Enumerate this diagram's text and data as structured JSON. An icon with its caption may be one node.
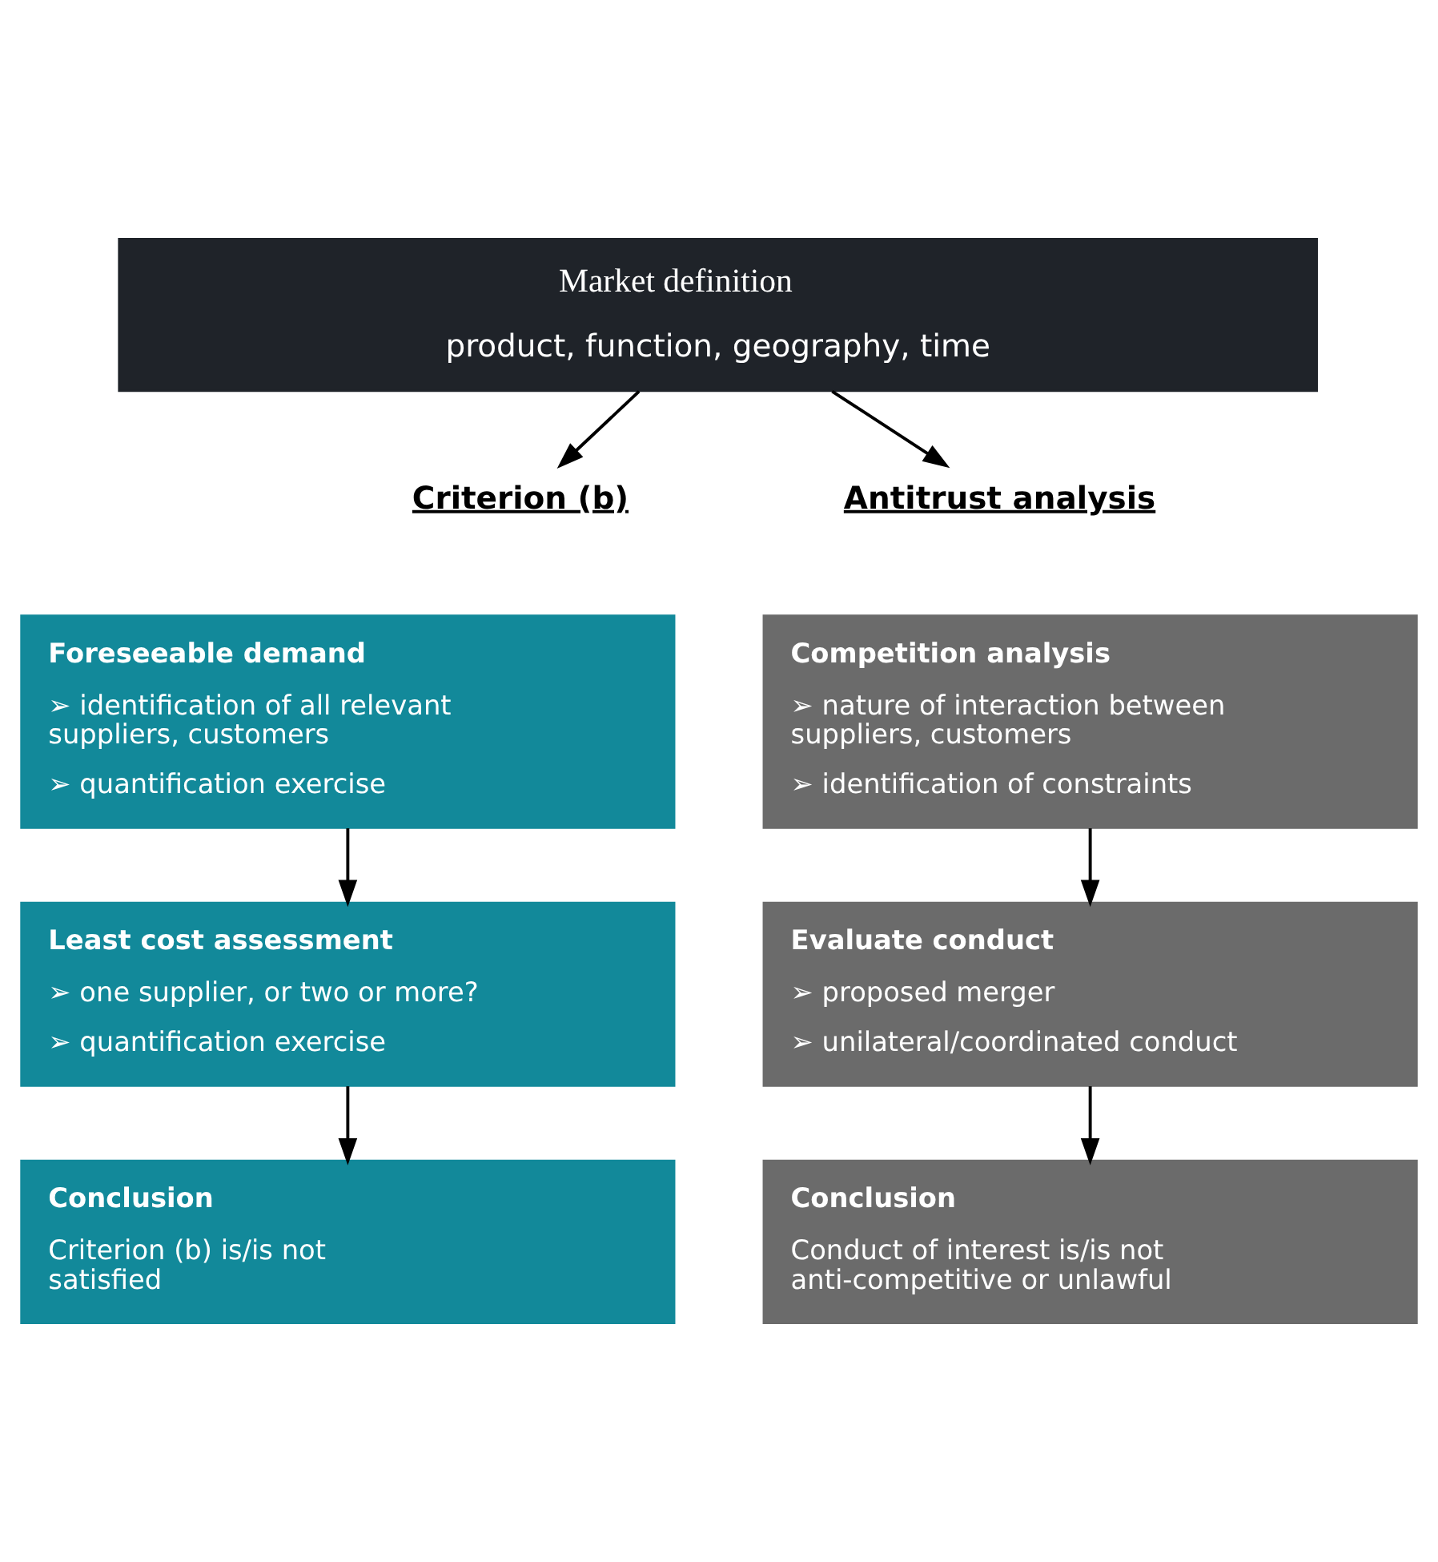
{
  "diagram": {
    "nodes": [
      {
        "text": [
          "Market definition",
          "product, function, geography, time"
        ]
      },
      {
        "text": [
          "Criterion (b)"
        ]
      },
      {
        "text": [
          "Antitrust analysis"
        ]
      },
      {
        "text": [
          "Foreseeable demand",
          "➢ identification of all relevant suppliers, customers",
          "➢ quantification exercise"
        ]
      },
      {
        "text": [
          "Competition analysis",
          "➢ nature of interaction between suppliers, customers",
          "➢ identification of constraints"
        ]
      },
      {
        "text": [
          "Least cost assessment",
          "➢ one supplier, or two or more?",
          "➢ quantification exercise"
        ]
      },
      {
        "text": [
          "Evaluate conduct",
          "➢ proposed merger",
          "➢ unilateral/coordinated conduct"
        ]
      },
      {
        "text": [
          "Conclusion",
          "Criterion (b) is/is not satisfied"
        ]
      },
      {
        "text": [
          "Conclusion",
          "Conduct of interest is/is not anti-competitive or unlawful"
        ]
      }
    ],
    "edges": [
      {
        "from": 0,
        "to": 1,
        "arrow": "to"
      },
      {
        "from": 0,
        "to": 2,
        "arrow": "to"
      },
      {
        "from": 3,
        "to": 5,
        "arrow": "to"
      },
      {
        "from": 4,
        "to": 6,
        "arrow": "to"
      },
      {
        "from": 5,
        "to": 7,
        "arrow": "to"
      },
      {
        "from": 6,
        "to": 8,
        "arrow": "to"
      }
    ]
  }
}
